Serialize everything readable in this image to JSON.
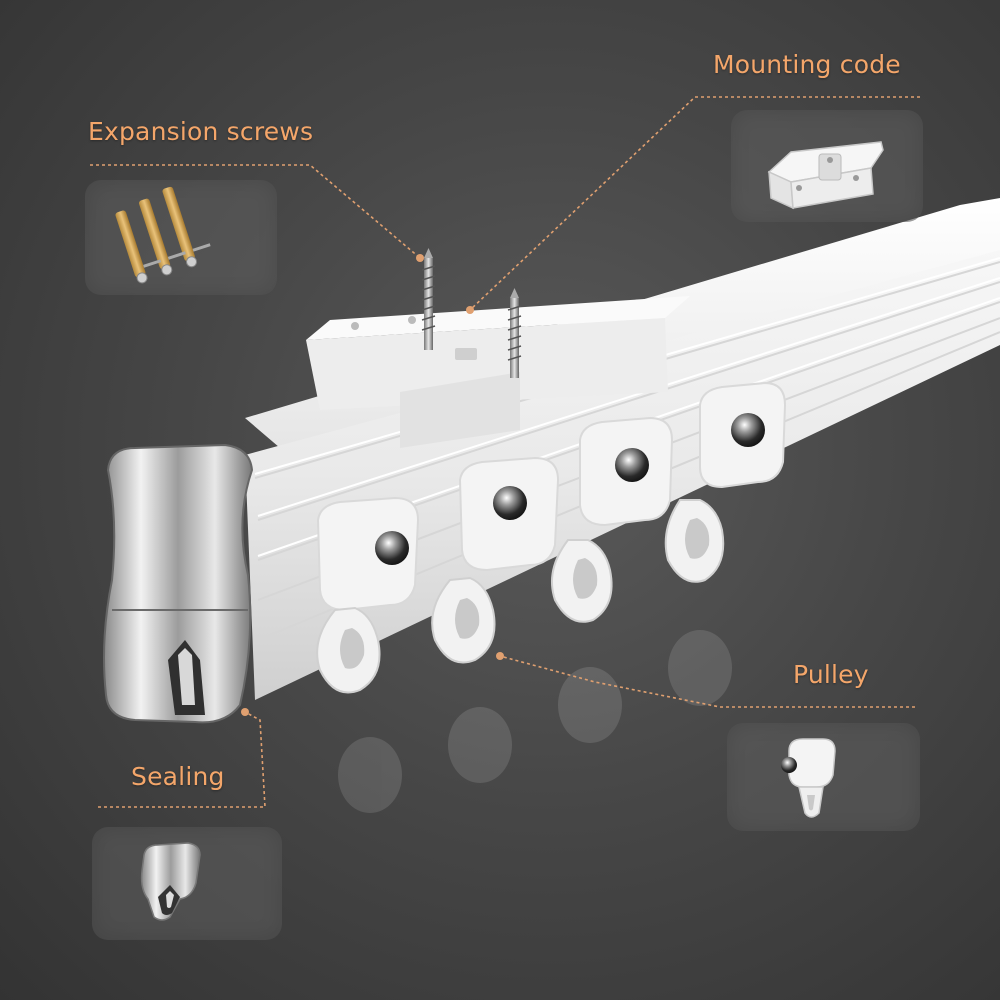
{
  "labels": {
    "mounting_code": "Mounting code",
    "expansion_screws": "Expansion screws",
    "pulley": "Pulley",
    "sealing": "Sealing"
  },
  "colors": {
    "label_text": "#f4a66a",
    "leader_line": "#e0a070",
    "background": "#474747",
    "rail": "#f2f2f2"
  },
  "icons": {
    "mounting_code": "mounting-bracket-icon",
    "expansion_screws": "wall-anchor-screws-icon",
    "pulley": "pulley-glider-icon",
    "sealing": "end-cap-icon"
  }
}
